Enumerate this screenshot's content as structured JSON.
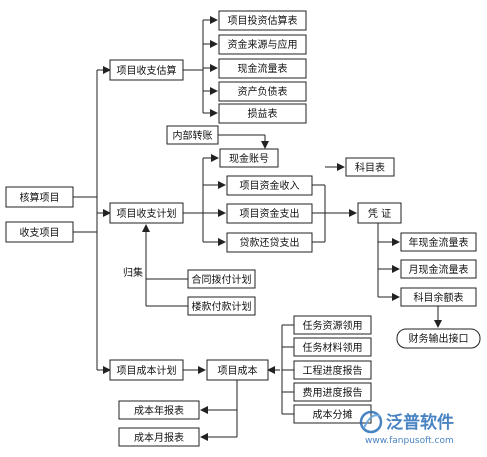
{
  "nodes": {
    "hesuan": "核算项目",
    "shouzhi": "收支项目",
    "guji": "项目收支估算",
    "jihua": "项目收支计划",
    "chengben_jihua": "项目成本计划",
    "touzi_guji": "项目投资估算表",
    "zijin_laiyuan": "资金来源与应用",
    "xianjin_liuliang": "现金流量表",
    "zichan_fuzhai": "资产负债表",
    "sunyi": "损益表",
    "neibu_zhuanzhang": "内部转账",
    "xianjin_zhanghao": "现金账号",
    "zijin_shouru": "项目资金收入",
    "zijin_zhichu": "项目资金支出",
    "daikuan": "贷款还贷支出",
    "kemu": "科目表",
    "pingzheng": "凭  证",
    "nian_xianjin": "年现金流量表",
    "yue_xianjin": "月现金流量表",
    "kemu_yue": "科目余额表",
    "caiwu": "财务输出接口",
    "guizhang": "归集",
    "hetong": "合同拨付计划",
    "loukuan": "楼款付款计划",
    "chengben": "项目成本",
    "renwu_ziyuan": "任务资源领用",
    "renwu_cailiao": "任务材料领用",
    "gongcheng": "工程进度报告",
    "feiyong": "费用进度报告",
    "fentan": "成本分摊",
    "nianbao": "成本年报表",
    "yuebao": "成本月报表"
  },
  "watermark": {
    "brand": "泛普软件",
    "url": "www.fanpusoft.com",
    "color": "#2a6fb8"
  }
}
